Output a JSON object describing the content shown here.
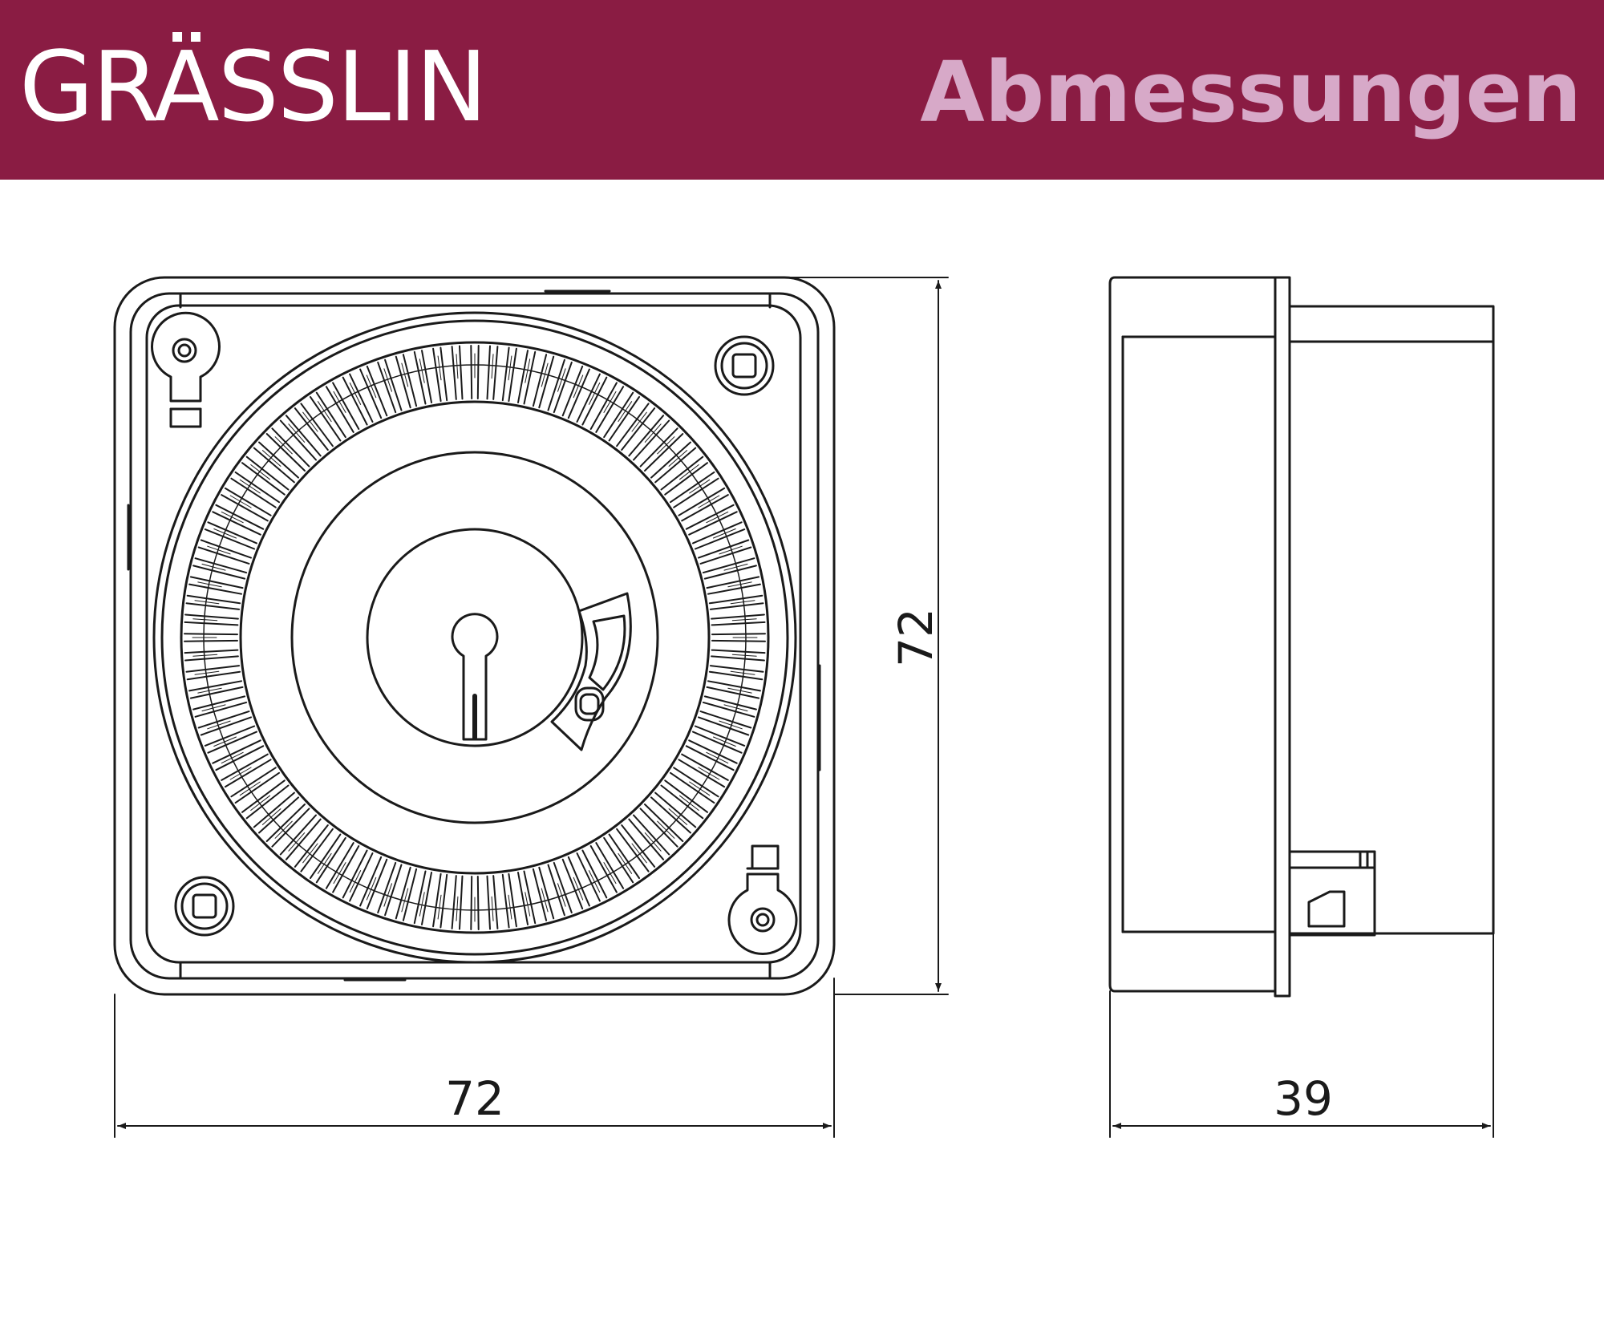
{
  "header": {
    "brand": "GRÄSSLIN",
    "title": "Abmessungen"
  },
  "dimensions": {
    "front_width": "72",
    "front_height": "72",
    "side_depth": "39"
  },
  "colors": {
    "header_background": "#8a1c43",
    "brand_text": "#ffffff",
    "title_text": "#d7a9c8",
    "line": "#1a1a1a"
  }
}
